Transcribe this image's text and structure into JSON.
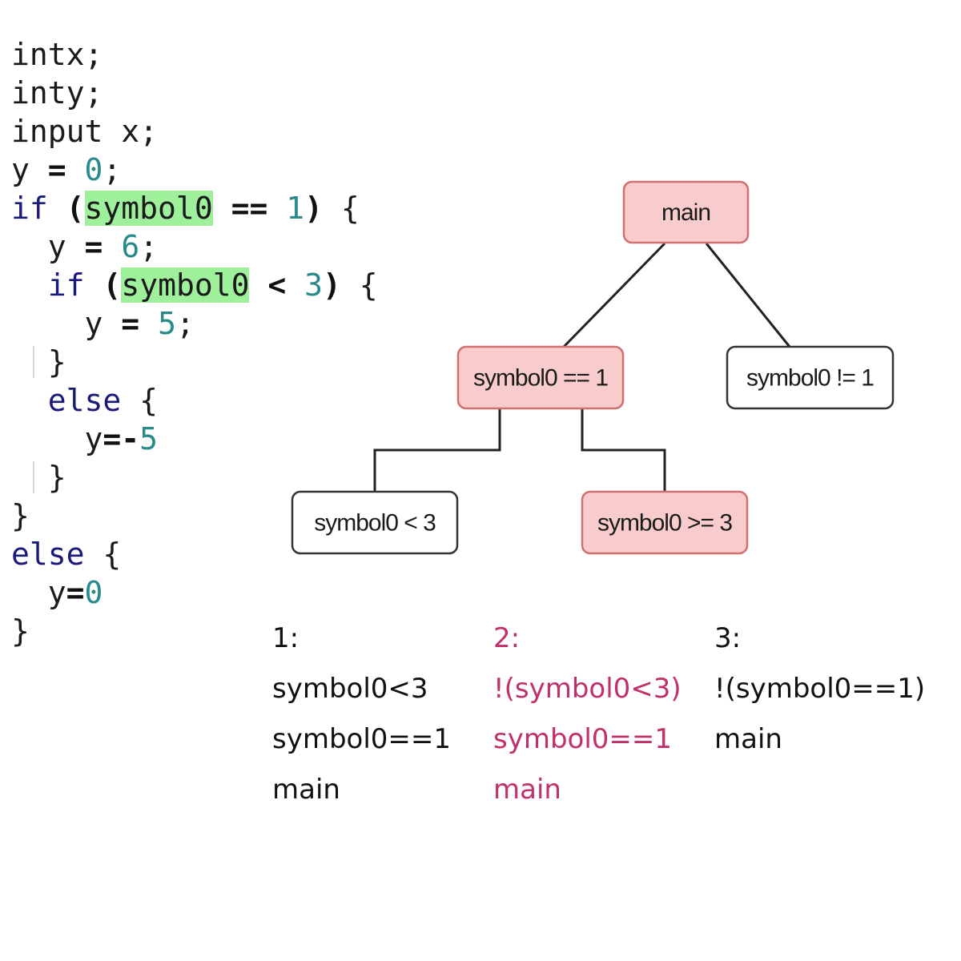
{
  "code_lines": [
    {
      "indent": 0,
      "tokens": [
        {
          "t": "intx;",
          "c": ""
        }
      ]
    },
    {
      "indent": 0,
      "tokens": [
        {
          "t": "inty;",
          "c": ""
        }
      ]
    },
    {
      "indent": 0,
      "tokens": [
        {
          "t": "input",
          "c": ""
        },
        {
          "t": " x;",
          "c": ""
        }
      ]
    },
    {
      "indent": 0,
      "tokens": [
        {
          "t": "y ",
          "c": ""
        },
        {
          "t": "=",
          "c": "op"
        },
        {
          "t": " ",
          "c": ""
        },
        {
          "t": "0",
          "c": "num"
        },
        {
          "t": ";",
          "c": ""
        }
      ]
    },
    {
      "indent": 0,
      "tokens": [
        {
          "t": "if",
          "c": "kw"
        },
        {
          "t": " ",
          "c": ""
        },
        {
          "t": "(",
          "c": "op"
        },
        {
          "t": "symbol0",
          "c": "hl"
        },
        {
          "t": " ",
          "c": ""
        },
        {
          "t": "==",
          "c": "op"
        },
        {
          "t": " ",
          "c": ""
        },
        {
          "t": "1",
          "c": "num"
        },
        {
          "t": ")",
          "c": "op"
        },
        {
          "t": " {",
          "c": ""
        }
      ]
    },
    {
      "indent": 1,
      "tokens": [
        {
          "t": "y ",
          "c": ""
        },
        {
          "t": "=",
          "c": "op"
        },
        {
          "t": " ",
          "c": ""
        },
        {
          "t": "6",
          "c": "num"
        },
        {
          "t": ";",
          "c": ""
        }
      ]
    },
    {
      "indent": 1,
      "tokens": [
        {
          "t": "if",
          "c": "kw"
        },
        {
          "t": " ",
          "c": ""
        },
        {
          "t": "(",
          "c": "op"
        },
        {
          "t": "symbol0",
          "c": "hl"
        },
        {
          "t": " ",
          "c": ""
        },
        {
          "t": "<",
          "c": "op"
        },
        {
          "t": " ",
          "c": ""
        },
        {
          "t": "3",
          "c": "num"
        },
        {
          "t": ")",
          "c": "op"
        },
        {
          "t": " {",
          "c": ""
        }
      ]
    },
    {
      "indent": 2,
      "tokens": [
        {
          "t": "y ",
          "c": ""
        },
        {
          "t": "=",
          "c": "op"
        },
        {
          "t": " ",
          "c": ""
        },
        {
          "t": "5",
          "c": "num"
        },
        {
          "t": ";",
          "c": ""
        }
      ]
    },
    {
      "indent": 1,
      "guide": true,
      "tokens": [
        {
          "t": "}",
          "c": ""
        }
      ]
    },
    {
      "indent": 1,
      "tokens": [
        {
          "t": "else",
          "c": "kw"
        },
        {
          "t": " {",
          "c": ""
        }
      ]
    },
    {
      "indent": 2,
      "tokens": [
        {
          "t": "y",
          "c": ""
        },
        {
          "t": "=-",
          "c": "op"
        },
        {
          "t": "5",
          "c": "num"
        }
      ]
    },
    {
      "indent": 1,
      "guide": true,
      "tokens": [
        {
          "t": "}",
          "c": ""
        }
      ]
    },
    {
      "indent": 0,
      "tokens": [
        {
          "t": "}",
          "c": ""
        }
      ]
    },
    {
      "indent": 0,
      "tokens": [
        {
          "t": "else",
          "c": "kw"
        },
        {
          "t": " {",
          "c": ""
        }
      ]
    },
    {
      "indent": 1,
      "tokens": [
        {
          "t": "y",
          "c": ""
        },
        {
          "t": "=",
          "c": "op"
        },
        {
          "t": "0",
          "c": "num"
        }
      ]
    },
    {
      "indent": 0,
      "tokens": [
        {
          "t": "}",
          "c": ""
        }
      ]
    }
  ],
  "tree": {
    "nodes": [
      {
        "id": "main",
        "label": "main",
        "on_path": true
      },
      {
        "id": "eq1",
        "label": "symbol0 == 1",
        "on_path": true
      },
      {
        "id": "ne1",
        "label": "symbol0 != 1",
        "on_path": false
      },
      {
        "id": "lt3",
        "label": "symbol0 < 3",
        "on_path": false
      },
      {
        "id": "ge3",
        "label": "symbol0 >= 3",
        "on_path": true
      }
    ],
    "edges": [
      {
        "from": "main",
        "to": "eq1"
      },
      {
        "from": "main",
        "to": "ne1"
      },
      {
        "from": "eq1",
        "to": "lt3"
      },
      {
        "from": "eq1",
        "to": "ge3"
      }
    ]
  },
  "paths": [
    {
      "label": "1:",
      "highlighted": false,
      "conditions": [
        "symbol0<3",
        "symbol0==1",
        "main"
      ]
    },
    {
      "label": "2:",
      "highlighted": true,
      "conditions": [
        "!(symbol0<3)",
        "symbol0==1",
        "main"
      ]
    },
    {
      "label": "3:",
      "highlighted": false,
      "conditions": [
        "!(symbol0==1)",
        "main"
      ]
    }
  ],
  "colors": {
    "path_node_fill": "#f8cccc",
    "path_node_stroke": "#d07070",
    "other_node_fill": "#ffffff",
    "other_node_stroke": "#333333",
    "edge": "#222222",
    "highlight_path_text": "#c0306a",
    "normal_text": "#111111"
  }
}
